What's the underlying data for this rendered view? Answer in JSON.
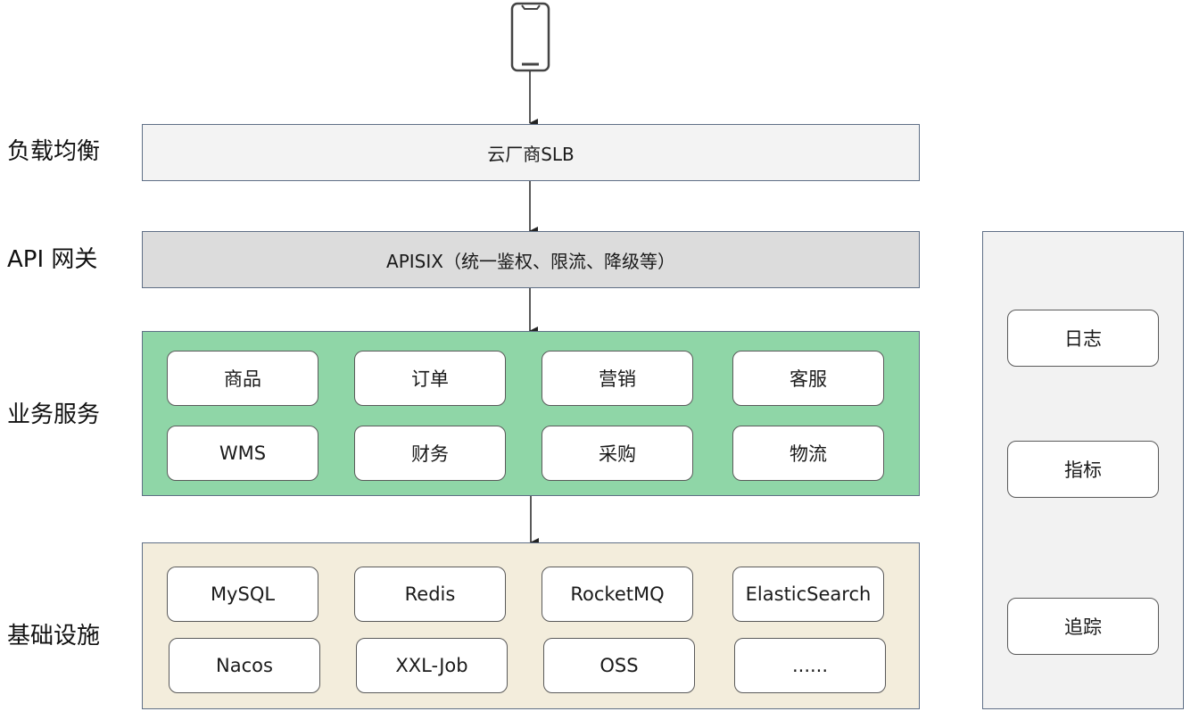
{
  "layers": {
    "load_balancer": {
      "label": "负载均衡",
      "bar_text": "云厂商SLB"
    },
    "api_gateway": {
      "label": "API 网关",
      "bar_text": "APISIX（统一鉴权、限流、降级等）"
    },
    "business": {
      "label": "业务服务",
      "services": [
        "商品",
        "订单",
        "营销",
        "客服",
        "WMS",
        "财务",
        "采购",
        "物流"
      ]
    },
    "infrastructure": {
      "label": "基础设施",
      "components": [
        "MySQL",
        "Redis",
        "RocketMQ",
        "ElasticSearch",
        "Nacos",
        "XXL-Job",
        "OSS",
        "......"
      ]
    }
  },
  "observability": {
    "items": [
      "日志",
      "指标",
      "追踪"
    ]
  },
  "colors": {
    "slb_fill": "#f3f3f3",
    "gateway_fill": "#dcdcdc",
    "business_fill": "#8fd6a7",
    "infra_fill": "#f3eddc",
    "side_fill": "#f2f2f2",
    "border": "#5f6f86"
  },
  "icons": {
    "client": "smartphone-icon"
  }
}
